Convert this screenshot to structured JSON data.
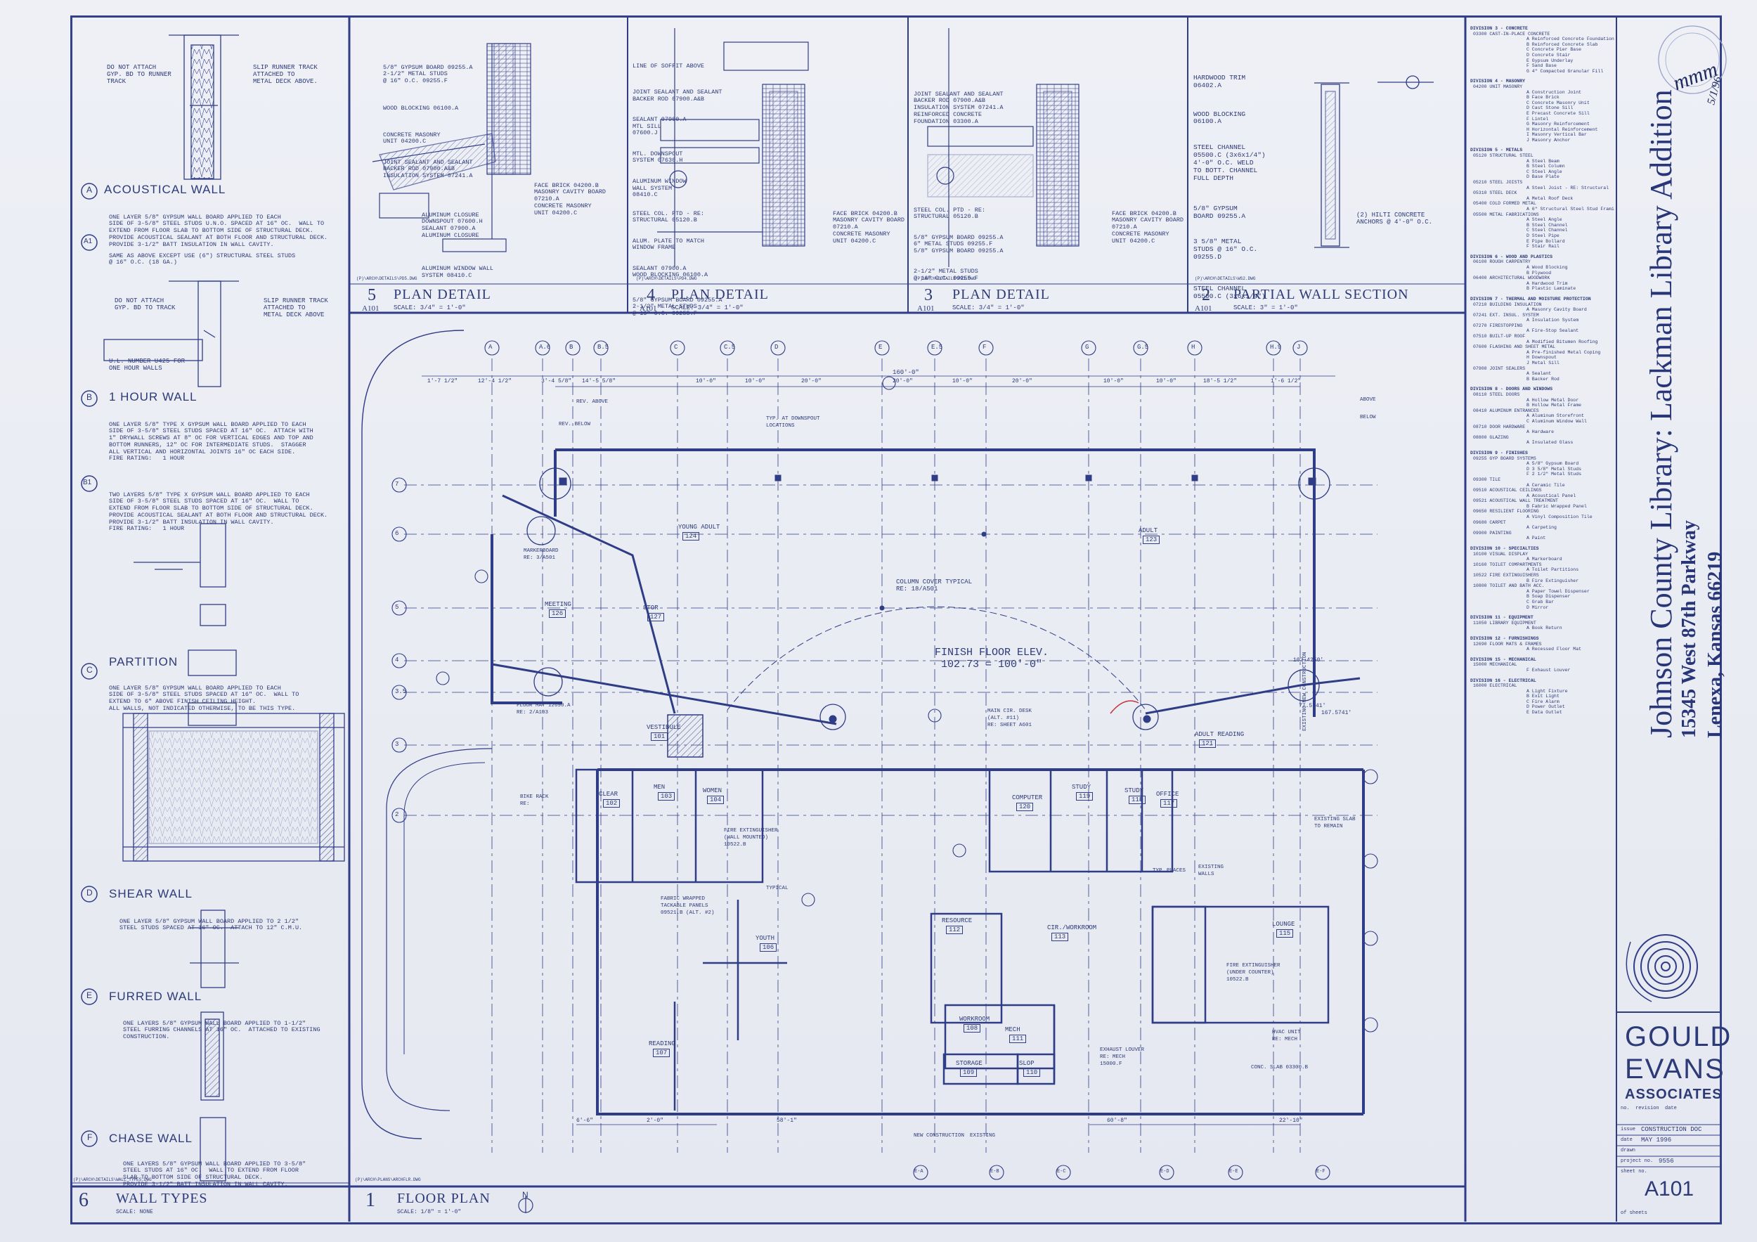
{
  "title_block": {
    "project_line1": "Johnson County Library:  Lackman Library Addition",
    "address": "15345 West 87th Parkway",
    "city": "Lenexa, Kansas 66219",
    "firm_line1": "GOULD",
    "firm_line2": "EVANS",
    "firm_line3": "ASSOCIATES",
    "issue_label": "issue",
    "issue_value": "CONSTRUCTION DOC",
    "date_label": "date",
    "date_value": "MAY 1996",
    "drawn_label": "drawn",
    "project_no_label": "project no.",
    "project_no_value": "9556",
    "sheet_no_label": "sheet no.",
    "sheet_no_value": "A101",
    "of_sheets": "of sheets",
    "revision_cols": "no.  revision  date",
    "handwritten_initials": "mmm",
    "handwritten_date": "5/1/96"
  },
  "details": [
    {
      "num": "5",
      "sheet": "A101",
      "title": "PLAN DETAIL",
      "scale": "SCALE: 3/4\" = 1'-0\"",
      "notes": [
        "5/8\" GYPSUM BOARD 09255.A",
        "2-1/2\" METAL STUDS",
        "@ 16\" O.C. 09255.F",
        "WOOD BLOCKING 06100.A",
        "CONCRETE MASONRY",
        "UNIT 04200.C",
        "JOINT SEALANT AND SEALANT",
        "BACKER ROD 07900.A&B",
        "INSULATION SYSTEM 07241.A",
        "FACE BRICK 04200.B",
        "MASONRY CAVITY BOARD",
        "07210.A",
        "CONCRETE MASONRY",
        "UNIT 04200.C",
        "ALUMINUM CLOSURE",
        "DOWNSPOUT 07600.H",
        "SEALANT 07900.A",
        "ALUMINUM CLOSURE",
        "ALUMINUM WINDOW WALL",
        "SYSTEM 08410.C"
      ]
    },
    {
      "num": "4",
      "sheet": "A101",
      "title": "PLAN DETAIL",
      "scale": "SCALE: 3/4\" = 1'-0\"",
      "notes": [
        "LINE OF SOFFIT ABOVE",
        "JOINT SEALANT AND SEALANT",
        "BACKER ROD 07900.A&B",
        "SEALANT 07900.A",
        "MTL SILL",
        "07600.J",
        "MTL. DOWNSPOUT",
        "SYSTEM 07630.H",
        "ALUMINUM WINDOW",
        "WALL SYSTEM",
        "08410.C",
        "STEEL COL. PTD - RE:",
        "STRUCTURAL 05120.B",
        "ALUM. PLATE TO MATCH",
        "WINDOW FRAME",
        "SEALANT 07900.A",
        "WOOD BLOCKING 06100.A",
        "5/8\" GYPSUM BOARD 09255.A",
        "2-1/2\" METAL STUDS",
        "@ 16\" O.C. 09255.F",
        "FACE BRICK 04200.B",
        "MASONRY CAVITY BOARD",
        "07210.A",
        "CONCRETE MASONRY",
        "UNIT 04200.C"
      ]
    },
    {
      "num": "3",
      "sheet": "A101",
      "title": "PLAN DETAIL",
      "scale": "SCALE: 3/4\" = 1'-0\"",
      "notes": [
        "JOINT SEALANT AND SEALANT",
        "BACKER ROD 07900.A&B",
        "INSULATION SYSTEM 07241.A",
        "REINFORCED CONCRETE",
        "FOUNDATION 03300.A",
        "STEEL COL. PTD - RE:",
        "STRUCTURAL 05120.B",
        "5/8\" GYPSUM BOARD 09255.A",
        "6\" METAL STUDS 09255.F",
        "5/8\" GYPSUM BOARD 09255.A",
        "2-1/2\" METAL STUDS",
        "@ 16\" O.C. 09255.F",
        "FACE BRICK 04200.B",
        "MASONRY CAVITY BOARD",
        "07210.A",
        "CONCRETE MASONRY",
        "UNIT 04200.C"
      ]
    },
    {
      "num": "2",
      "sheet": "A101",
      "title": "PARTIAL WALL SECTION",
      "scale": "SCALE: 3\" = 1'-0\"",
      "notes": [
        "HARDWOOD TRIM",
        "06402.A",
        "WOOD BLOCKING",
        "06100.A",
        "STEEL CHANNEL",
        "05500.C (3x6x1/4\")",
        "4'-0\" O.C. WELD",
        "TO BOTT. CHANNEL",
        "FULL DEPTH",
        "5/8\" GYPSUM",
        "BOARD 09255.A",
        "3 5/8\" METAL",
        "STUDS @ 16\" O.C.",
        "09255.D",
        "STEEL CHANNEL",
        "05500.C (3x6x1/4\")",
        "(2) HILTI CONCRETE",
        "ANCHORS @ 4'-0\" O.C."
      ]
    }
  ],
  "wall_types": {
    "num": "6",
    "title": "WALL TYPES",
    "scale": "SCALE: NONE",
    "top_notes": [
      "DO NOT ATTACH",
      "GYP. BD TO RUNNER",
      "TRACK",
      "SLIP RUNNER TRACK",
      "ATTACHED TO",
      "METAL DECK ABOVE."
    ],
    "mid_notes": [
      "DO NOT ATTACH",
      "GYP. BD TO TRACK",
      "SLIP RUNNER TRACK",
      "ATTACHED TO",
      "METAL DECK ABOVE"
    ],
    "ul_box": [
      "U.L. NUMBER U425 FOR",
      "ONE HOUR WALLS"
    ],
    "types": [
      {
        "tag": "A",
        "name": "ACOUSTICAL WALL",
        "text": [
          "ONE LAYER 5/8\" GYPSUM WALL BOARD APPLIED TO EACH",
          "SIDE OF 3-5/8\" STEEL STUDS U.N.O. SPACED AT 16\" OC.  WALL TO",
          "EXTEND FROM FLOOR SLAB TO BOTTOM SIDE OF STRUCTURAL DECK.",
          "PROVIDE ACOUSTICAL SEALANT AT BOTH FLOOR AND STRUCTURAL DECK.",
          "PROVIDE 3-1/2\" BATT INSULATION IN WALL CAVITY."
        ]
      },
      {
        "tag": "A1",
        "name": "",
        "text": [
          "SAME AS ABOVE EXCEPT USE (6\") STRUCTURAL STEEL STUDS",
          "@ 16\" O.C. (18 GA.)"
        ]
      },
      {
        "tag": "B",
        "name": "1 HOUR WALL",
        "text": [
          "ONE LAYER 5/8\" TYPE X GYPSUM WALL BOARD APPLIED TO EACH",
          "SIDE OF 3-5/8\" STEEL STUDS SPACED AT 16\" OC.  ATTACH WITH",
          "1\" DRYWALL SCREWS AT 8\" OC FOR VERTICAL EDGES AND TOP AND",
          "BOTTOM RUNNERS, 12\" OC FOR INTERMEDIATE STUDS.  STAGGER",
          "ALL VERTICAL AND HORIZONTAL JOINTS 16\" OC EACH SIDE.",
          "",
          "FIRE RATING:   1 HOUR"
        ]
      },
      {
        "tag": "B1",
        "name": "",
        "text": [
          "TWO LAYERS 5/8\" TYPE X GYPSUM WALL BOARD APPLIED TO EACH",
          "SIDE OF 3-5/8\" STEEL STUDS SPACED AT 16\" OC.  WALL TO",
          "EXTEND FROM FLOOR SLAB TO BOTTOM SIDE OF STRUCTURAL DECK.",
          "PROVIDE ACOUSTICAL SEALANT AT BOTH FLOOR AND STRUCTURAL DECK.",
          "PROVIDE 3-1/2\" BATT INSULATION IN WALL CAVITY.",
          "",
          "FIRE RATING:   1 HOUR"
        ]
      },
      {
        "tag": "C",
        "name": "PARTITION",
        "text": [
          "ONE LAYER 5/8\" GYPSUM WALL BOARD APPLIED TO EACH",
          "SIDE OF 3-5/8\" STEEL STUDS SPACED AT 16\" OC.  WALL TO",
          "EXTEND TO 6\" ABOVE FINISH CEILING HEIGHT.",
          "ALL WALLS, NOT INDICATED OTHERWISE, TO BE THIS TYPE."
        ]
      },
      {
        "tag": "D",
        "name": "SHEAR WALL",
        "text": [
          "ONE LAYER 5/8\" GYPSUM WALL BOARD APPLIED TO 2 1/2\"",
          "STEEL STUDS SPACED AT 16\" OC.  ATTACH TO 12\" C.M.U."
        ]
      },
      {
        "tag": "E",
        "name": "FURRED WALL",
        "text": [
          "ONE LAYERS 5/8\" GYPSUM WALL BOARD APPLIED TO 1-1/2\"",
          "STEEL FURRING CHANNELS AT 16\" OC.  ATTACHED TO EXISTING",
          "CONSTRUCTION."
        ]
      },
      {
        "tag": "F",
        "name": "CHASE WALL",
        "text": [
          "ONE LAYERS 5/8\" GYPSUM WALL BOARD APPLIED TO 3-5/8\"",
          "STEEL STUDS AT 16\" OC.  WALL TO EXTEND FROM FLOOR",
          "SLAB TO BOTTOM SIDE OF STRUCTURAL DECK.",
          "PROVIDE 3-1/2\" BATT INSULATION IN WALL CAVITY."
        ]
      }
    ]
  },
  "floor_plan": {
    "num": "1",
    "title": "FLOOR PLAN",
    "scale": "SCALE: 1/8\" = 1'-0\"",
    "grid_top": [
      "A",
      "A.6",
      "B",
      "B.5",
      "C",
      "C.5",
      "D",
      "E",
      "E.5",
      "F",
      "G",
      "G.5",
      "H",
      "H.9",
      "J"
    ],
    "grid_left": [
      "7",
      "6",
      "5",
      "4",
      "3.5",
      "3",
      "2"
    ],
    "grid_bottom": [
      "E-A",
      "E-B",
      "E-C",
      "E-D",
      "E-E",
      "E-F"
    ],
    "finish_floor": [
      "FINISH FLOOR ELEV.",
      "102.73 = 100'-0\""
    ],
    "column_note": [
      "COLUMN COVER TYPICAL",
      "RE: 18/A501"
    ],
    "rooms": [
      {
        "name": "YOUNG ADULT",
        "no": "124"
      },
      {
        "name": "ADULT",
        "no": "123"
      },
      {
        "name": "MEETING",
        "no": "126"
      },
      {
        "name": "STOR",
        "no": "127"
      },
      {
        "name": "VESTIBULE",
        "no": "101"
      },
      {
        "name": "CLEAR",
        "no": "102"
      },
      {
        "name": "MEN",
        "no": "103"
      },
      {
        "name": "WOMEN",
        "no": "104"
      },
      {
        "name": "YOUTH",
        "no": "106"
      },
      {
        "name": "READING",
        "no": "107"
      },
      {
        "name": "RESOURCE",
        "no": "112"
      },
      {
        "name": "CIR./WORKROOM",
        "no": "113"
      },
      {
        "name": "WORKROOM",
        "no": "108"
      },
      {
        "name": "STORAGE",
        "no": "109"
      },
      {
        "name": "SLOP",
        "no": "110"
      },
      {
        "name": "MECH",
        "no": "111"
      },
      {
        "name": "LOUNGE",
        "no": "115"
      },
      {
        "name": "COMPUTER",
        "no": "120"
      },
      {
        "name": "STUDY",
        "no": "119"
      },
      {
        "name": "STUDY",
        "no": "118"
      },
      {
        "name": "OFFICE",
        "no": "117"
      },
      {
        "name": "ADULT READING",
        "no": "121"
      }
    ],
    "notes": [
      "MAIN CIR. DESK",
      "(ALT. #11)",
      "RE: SHEET A601",
      "FIRE EXTINGUISHER",
      "(WALL MOUNTED)",
      "10522.B",
      "FABRIC WRAPPED",
      "TACKABLE PANELS",
      "09521.B (ALT. #2)",
      "EXISTING SLAB",
      "TO REMAIN",
      "EXHAUST LOUVER",
      "RE: MECH",
      "15000.F",
      "HVAC UNIT",
      "RE: MECH",
      "CONC. SLAB 03300.B",
      "NEW CONSTRUCTION",
      "EXISTING",
      "EXISTING NEW CONSTRUCTION",
      "BIKE RACK",
      "RE:",
      "FLOOR MAT 12690.A",
      "RE: 2/A103",
      "MARKERBOARD",
      "RE: 3/A501",
      "FIRE EXTINGUISHER",
      "(UNDER COUNTER)",
      "10522.B",
      "REV. ABOVE",
      "REV. BELOW",
      "TYP. AT DOWNSPOUT",
      "LOCATIONS",
      "ABOVE",
      "BELOW",
      "TYPICAL",
      "TYP.",
      "PLACES",
      "EXISTING",
      "WALLS"
    ],
    "dims_top": [
      "1'-7 1/2\"",
      "12'-4 1/2\"",
      "3'-4 5/8\"",
      "14'-5 5/8\"",
      "10'-0\"",
      "10'-0\"",
      "20'-0\"",
      "20'-0\"",
      "10'-0\"",
      "20'-0\"",
      "10'-0\"",
      "10'-0\"",
      "18'-5 1/2\"",
      "1'-6 1/2\""
    ],
    "overall_dim": "160'-0\"",
    "elev_marks": [
      "102.4250'",
      "77.5741'",
      "167.5741'"
    ],
    "bottom_dims": [
      "6'-6\"",
      "2'-0\"",
      "58'-1\"",
      "60'-8\"",
      "22'-10\""
    ]
  },
  "keynotes": [
    "DIVISION 3 - CONCRETE",
    "03300  CAST-IN-PLACE CONCRETE",
    "A Reinforced Concrete Foundation",
    "B Reinforced Concrete Slab",
    "C Concrete Pier Base",
    "D Concrete Stair",
    "E Gypsum Underlay",
    "F Sand Base",
    "G 4\" Compacted Granular Fill",
    "DIVISION 4 - MASONRY",
    "04200  UNIT MASONRY",
    "A Construction Joint",
    "B Face Brick",
    "C Concrete Masonry Unit",
    "D Cast Stone Sill",
    "E Precast Concrete Sill",
    "F Lintel",
    "G Masonry Reinforcement",
    "H Horizontal Reinforcement",
    "I Masonry Vertical Bar",
    "J Masonry Anchor",
    "DIVISION 5 - METALS",
    "05120  STRUCTURAL STEEL",
    "A Steel Beam",
    "B Steel Column",
    "C Steel Angle",
    "D Base Plate",
    "05210  STEEL JOISTS",
    "A Steel Joist - RE: Structural",
    "05310  STEEL DECK",
    "A Metal Roof Deck",
    "05400  COLD FORMED METAL",
    "A 6\" Structural Steel Stud Framing",
    "05500  METAL FABRICATIONS",
    "A Steel Angle",
    "B Steel Channel",
    "C Steel Channel",
    "D Steel Pipe",
    "E Pipe Bollard",
    "F Stair Rail",
    "DIVISION 6 - WOOD AND PLASTICS",
    "06100  ROUGH CARPENTRY",
    "A Wood Blocking",
    "B Plywood",
    "06400  ARCHITECTURAL WOODWORK",
    "A Hardwood Trim",
    "B Plastic Laminate",
    "DIVISION 7 - THERMAL AND MOISTURE PROTECTION",
    "07210  BUILDING INSULATION",
    "A Masonry Cavity Board",
    "07241  EXT. INSUL. SYSTEM",
    "A Insulation System",
    "07270  FIRESTOPPING",
    "A Fire-Stop Sealant",
    "07510  BUILT-UP ROOF",
    "A Modified Bitumen Roofing",
    "07600  FLASHING AND SHEET METAL",
    "A Pre-finished Metal Coping",
    "H Downspout",
    "J Metal Sill",
    "07900  JOINT SEALERS",
    "A Sealant",
    "B Backer Rod",
    "DIVISION 8 - DOORS AND WINDOWS",
    "08110  STEEL DOORS",
    "A Hollow Metal Door",
    "B Hollow Metal Frame",
    "08410  ALUMINUM ENTRANCES",
    "A Aluminum Storefront",
    "C Aluminum Window Wall",
    "08710  DOOR HARDWARE",
    "A Hardware",
    "08800  GLAZING",
    "A Insulated Glass",
    "DIVISION 9 - FINISHES",
    "09255  GYP BOARD SYSTEMS",
    "A 5/8\" Gypsum Board",
    "D 3 5/8\" Metal Studs",
    "F 2 1/2\" Metal Studs",
    "09300  TILE",
    "A Ceramic Tile",
    "09510  ACOUSTICAL CEILINGS",
    "A Acoustical Panel",
    "09521  ACOUSTICAL WALL TREATMENT",
    "B Fabric Wrapped Panel",
    "09650  RESILIENT FLOORING",
    "A Vinyl Composition Tile",
    "09680  CARPET",
    "A Carpeting",
    "09900  PAINTING",
    "A Paint",
    "DIVISION 10 - SPECIALTIES",
    "10100  VISUAL DISPLAY",
    "A Markerboard",
    "10160  TOILET COMPARTMENTS",
    "A Toilet Partitions",
    "10522  FIRE EXTINGUISHERS",
    "B Fire Extinguisher",
    "10800  TOILET AND BATH ACC.",
    "A Paper Towel Dispenser",
    "B Soap Dispenser",
    "C Grab Bar",
    "D Mirror",
    "DIVISION 11 - EQUIPMENT",
    "11050  LIBRARY EQUIPMENT",
    "A Book Return",
    "DIVISION 12 - FURNISHINGS",
    "12690  FLOOR MATS & FRAMES",
    "A Recessed Floor Mat",
    "DIVISION 15 - MECHANICAL",
    "15000  MECHANICAL",
    "F Exhaust Louver",
    "DIVISION 16 - ELECTRICAL",
    "16000  ELECTRICAL",
    "A Light Fixture",
    "B Exit Light",
    "C Fire Alarm",
    "D Power Outlet",
    "E Data Outlet"
  ],
  "file_refs": {
    "wall_types": "(P)\\ARCH\\DETAILS\\WALL_TYPES.DWG",
    "floor_plan": "(P)\\ARCH\\PLANS\\ARCHFLR.DWG",
    "d5": "(P)\\ARCH\\DETAILS\\PD5.DWG",
    "d4": "(P)\\ARCH\\DETAILS\\PD4.DWG",
    "d3": "(P)\\ARCH\\DETAILS\\PD3.DWG",
    "d2": "(P)\\ARCH\\DETAILS\\WS2.DWG"
  }
}
